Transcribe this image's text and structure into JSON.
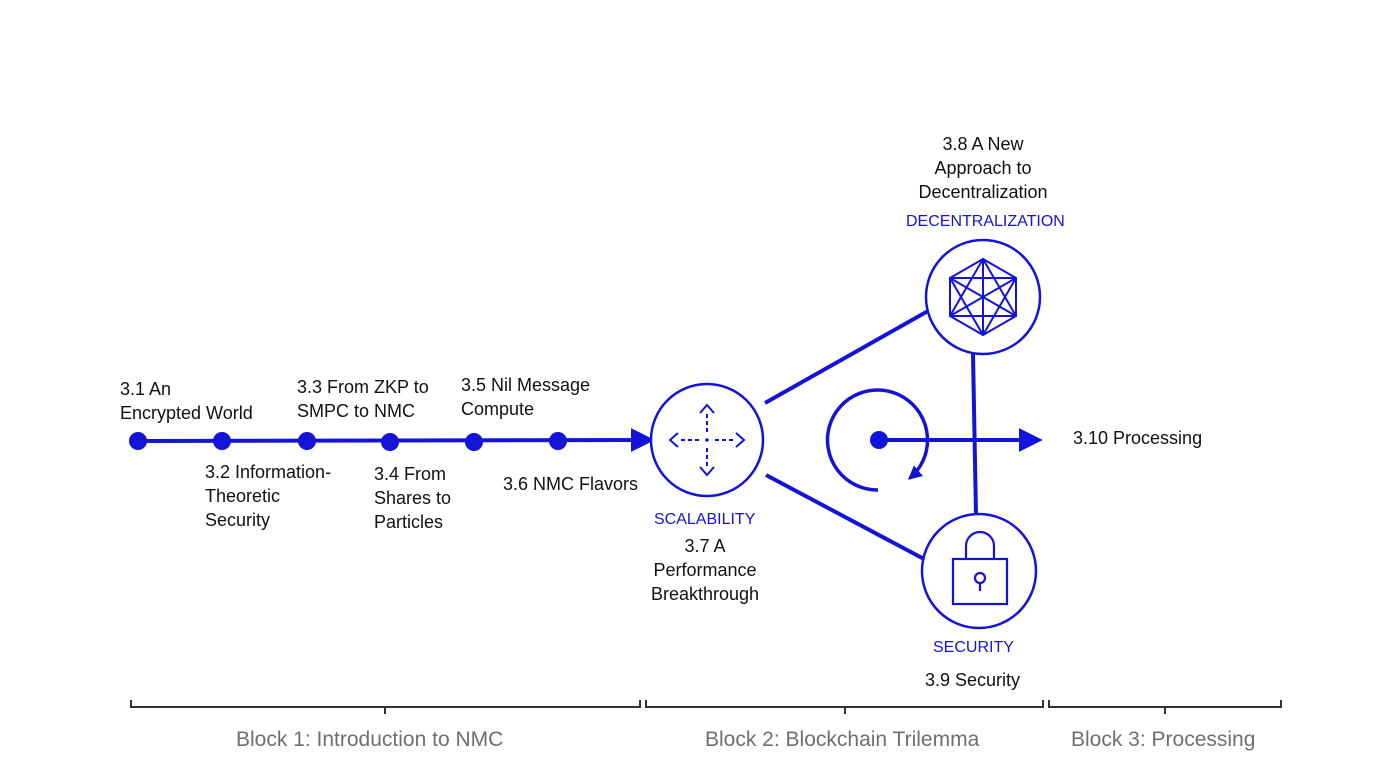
{
  "colors": {
    "accent": "#1414d8",
    "text": "#111111",
    "block_text": "#6f6f6f",
    "bracket": "#333333",
    "background": "#ffffff"
  },
  "timeline": [
    {
      "lines": [
        "3.1 An",
        "Encrypted World"
      ]
    },
    {
      "lines": [
        "3.2 Information-",
        "Theoretic",
        "Security"
      ]
    },
    {
      "lines": [
        "3.3 From ZKP to",
        "SMPC to NMC"
      ]
    },
    {
      "lines": [
        "3.4 From",
        "Shares to",
        "Particles"
      ]
    },
    {
      "lines": [
        "3.5 Nil Message",
        "Compute"
      ]
    },
    {
      "lines": [
        "3.6 NMC Flavors"
      ]
    }
  ],
  "trilemma": {
    "scalability": {
      "caption": "SCALABILITY",
      "lines": [
        "3.7 A",
        "Performance",
        "Breakthrough"
      ],
      "icon": "arrows-move-icon"
    },
    "decentralization": {
      "caption": "DECENTRALIZATION",
      "lines": [
        "3.8 A New",
        "Approach to",
        "Decentralization"
      ],
      "icon": "polyhedron-network-icon"
    },
    "security": {
      "caption": "SECURITY",
      "lines": [
        "3.9 Security"
      ],
      "icon": "padlock-icon"
    }
  },
  "processing": {
    "lines": [
      "3.10 Processing"
    ],
    "icon": "rotation-arrow-icon"
  },
  "blocks": [
    {
      "label": "Block 1: Introduction to NMC"
    },
    {
      "label": "Block 2: Blockchain Trilemma"
    },
    {
      "label": "Block 3: Processing"
    }
  ]
}
